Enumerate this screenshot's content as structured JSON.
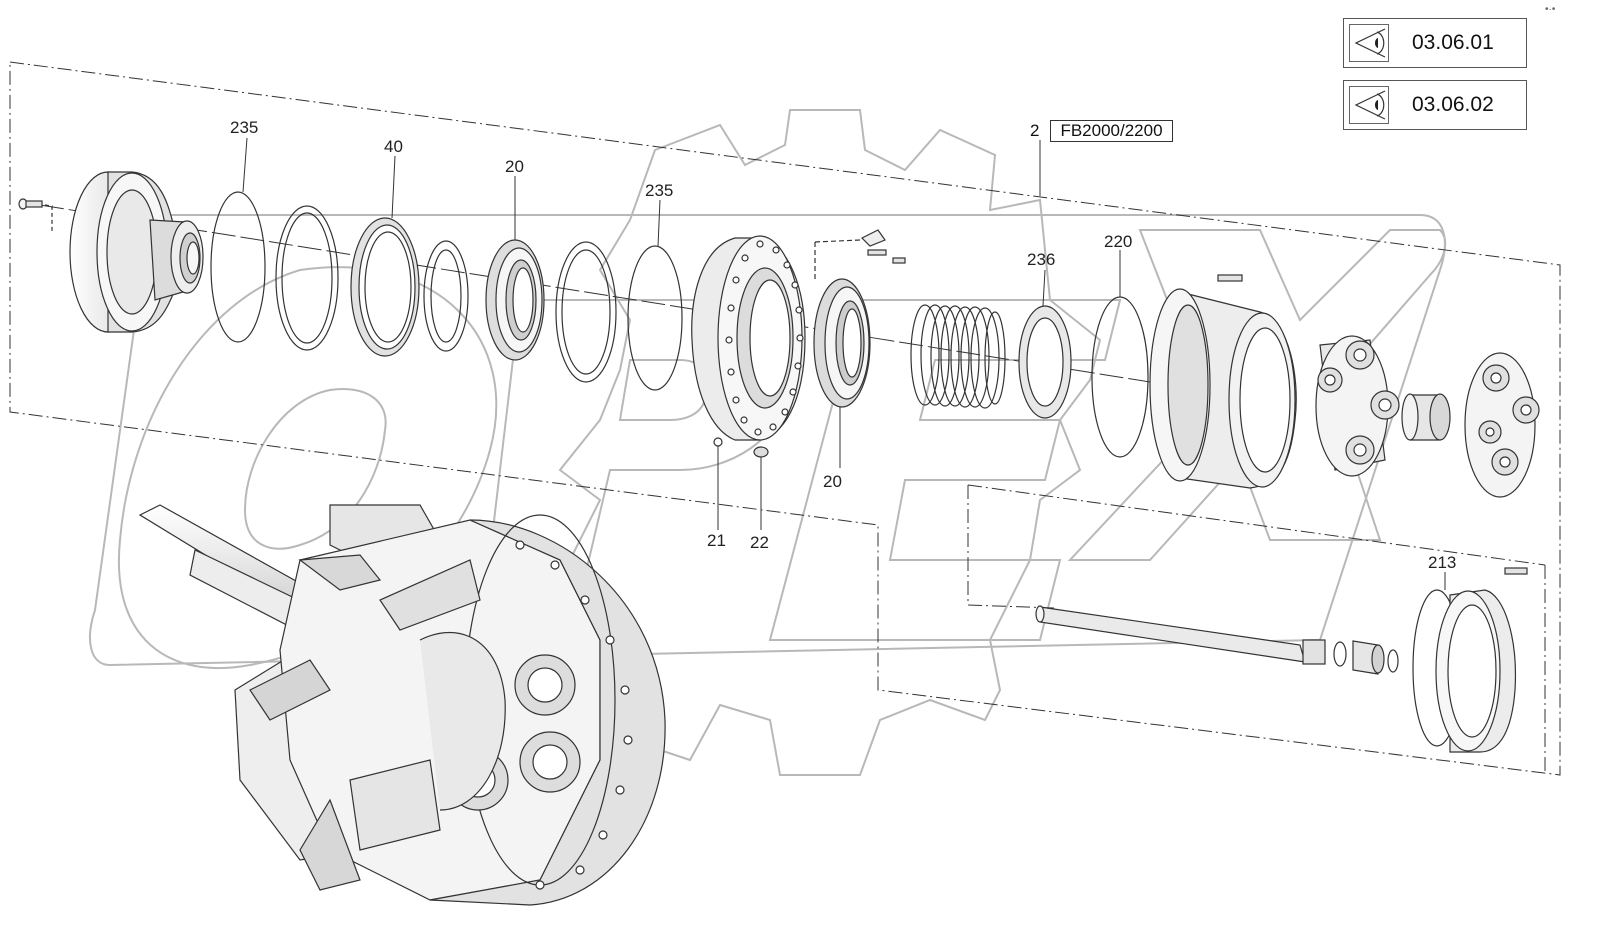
{
  "watermark": {
    "text": "OPEX",
    "stroke_color": "#b8b8b8"
  },
  "nav": [
    {
      "label": "03.06.01",
      "icon": "eye-view-icon"
    },
    {
      "label": "03.06.02",
      "icon": "eye-view-icon"
    }
  ],
  "assembly": {
    "number": "2",
    "model": "FB2000/2200"
  },
  "callouts": {
    "c235a": "235",
    "c40": "40",
    "c20a": "20",
    "c235b": "235",
    "c236": "236",
    "c220": "220",
    "c20b": "20",
    "c21": "21",
    "c22": "22",
    "c213": "213"
  },
  "colors": {
    "line": "#333333",
    "part_fill": "#f2f2f2",
    "shade": "#d4d4d4"
  }
}
